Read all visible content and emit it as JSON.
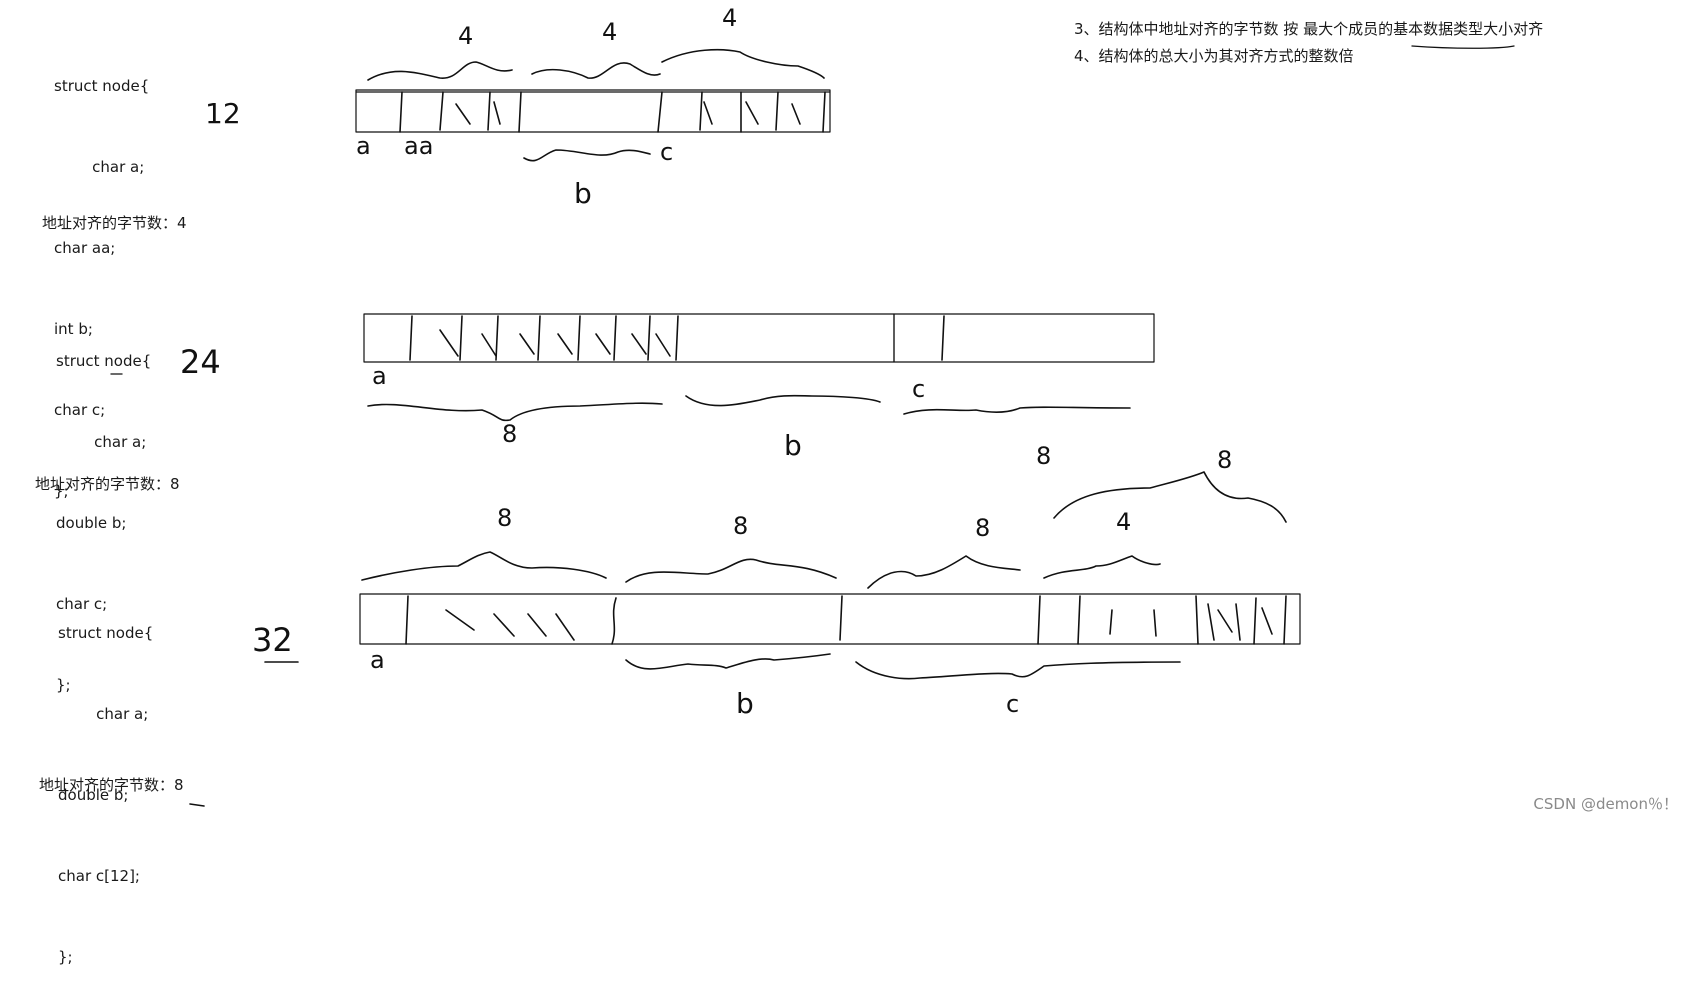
{
  "examples": [
    {
      "code": [
        "struct node{",
        "        char a;",
        "char aa;",
        "int b;",
        "char c;",
        "};"
      ],
      "size": "12",
      "address_label": "地址对齐的字节数：",
      "address_value": "4",
      "box_labels": {
        "a": "a",
        "aa": "aa",
        "b": "b",
        "c": "c"
      },
      "brace_labels": [
        "4",
        "4",
        "4"
      ]
    },
    {
      "code": [
        "struct node{",
        "        char a;",
        "double b;",
        "char c;",
        "};"
      ],
      "size": "24",
      "address_label": "地址对齐的字节数：",
      "address_value": "8",
      "box_labels": {
        "a": "a",
        "b": "b",
        "c": "c"
      },
      "brace_labels": [
        "8",
        "8"
      ]
    },
    {
      "code": [
        "struct node{",
        "        char a;",
        "double b;",
        "char c[12];",
        "};"
      ],
      "size": "32",
      "address_label": "地址对齐的字节数：",
      "address_value": "8",
      "box_labels": {
        "a": "a",
        "b": "b",
        "c": "c"
      },
      "brace_labels": [
        "8",
        "8",
        "8",
        "4",
        "8"
      ]
    }
  ],
  "rules": [
    "3、结构体中地址对齐的字节数 按 最大个成员的基本数据类型大小对齐",
    "4、结构体的总大小为其对齐方式的整数倍"
  ],
  "watermark": "CSDN @demon％！"
}
